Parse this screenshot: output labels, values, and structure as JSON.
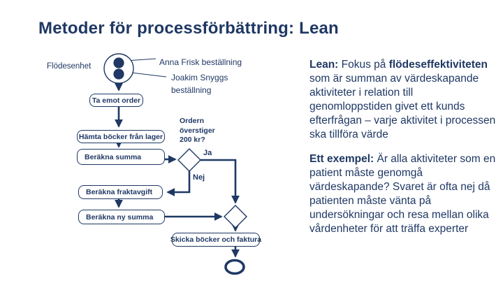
{
  "slide": {
    "title": "Metoder för processförbättring: Lean"
  },
  "flowchart": {
    "lane_label": "Flödesenhet",
    "annotations": {
      "order1": "Anna Frisk beställning",
      "order2_line1": "Joakim Snyggs",
      "order2_line2": "beställning",
      "decision_q_line1": "Ordern",
      "decision_q_line2": "överstiger",
      "decision_q_line3": "200 kr?"
    },
    "nodes": {
      "receive_order": "Ta emot order",
      "fetch_books": "Hämta böcker från lager",
      "calc_sum": "Beräkna summa",
      "calc_shipping": "Beräkna fraktavgift",
      "calc_new_sum": "Beräkna ny summa",
      "send_books": "Skicka böcker och faktura"
    },
    "branch_labels": {
      "yes": "Ja",
      "no": "Nej"
    }
  },
  "right_panel": {
    "p1_bold1": "Lean:",
    "p1_text1": " Fokus på ",
    "p1_bold2": "flödeseffektiviteten",
    "p1_text2": " som är summan av värdeskapande aktiviteter i relation till genomloppstiden givet ett kunds efterfrågan – varje aktivitet i processen ska tillföra värde",
    "p2_bold": "Ett exempel:",
    "p2_text": " Är alla aktiviteter som en patient måste genomgå värdeskapande? Svaret är ofta nej då patienten måste vänta på undersökningar och resa mellan olika vårdenheter för att träffa experter"
  },
  "theme": {
    "navy": "#1f3864",
    "background": "#ffffff"
  }
}
